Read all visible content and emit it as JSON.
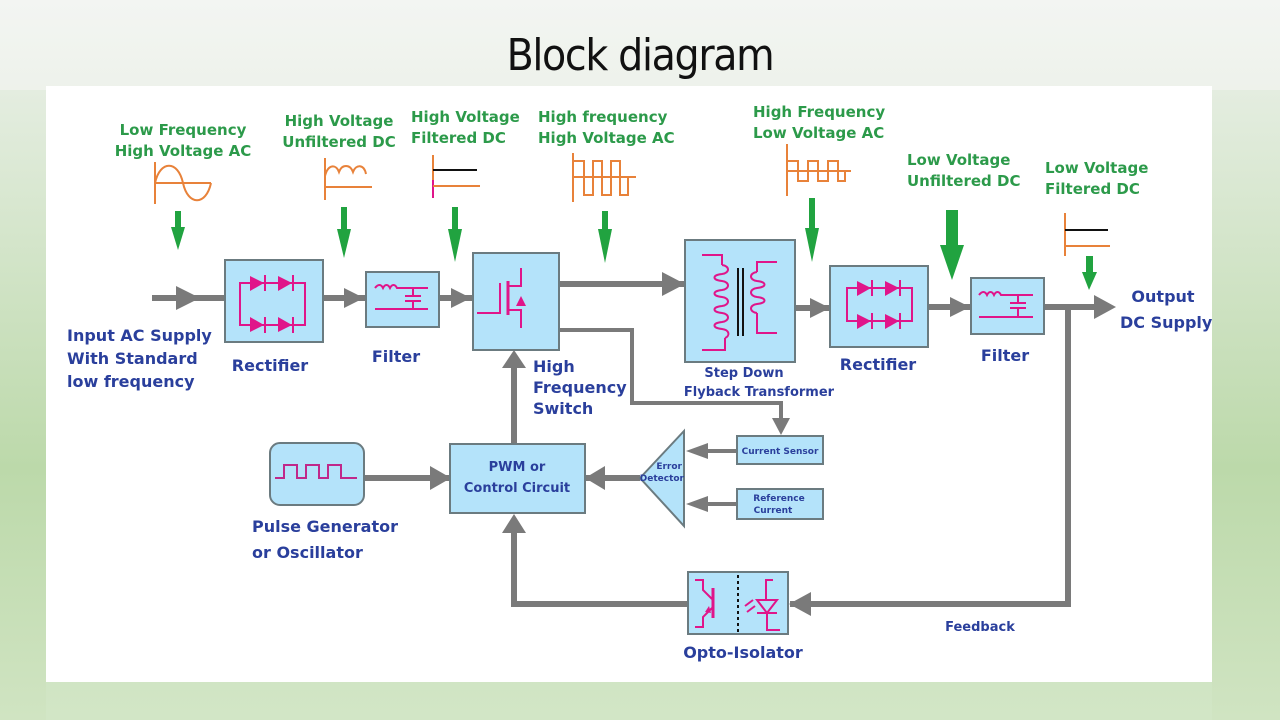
{
  "slide": {
    "title": "Block diagram"
  },
  "colors": {
    "block_fill": "#b4e3fa",
    "wire": "#7a7a7a",
    "signal_label": "#2c9a4a",
    "block_label": "#2a3f9c",
    "symbol": "#e0158a",
    "waveform": "#e8823a"
  },
  "waveform_labels": [
    {
      "line1": "Low Frequency",
      "line2": "High Voltage AC",
      "waveform": "sine-wave-icon"
    },
    {
      "line1": "High Voltage",
      "line2": "Unfiltered DC",
      "waveform": "rectified-wave-icon"
    },
    {
      "line1": "High Voltage",
      "line2": "Filtered DC",
      "waveform": "flat-dc-icon"
    },
    {
      "line1": "High frequency",
      "line2": "High Voltage AC",
      "waveform": "square-wave-icon"
    },
    {
      "line1": "High Frequency",
      "line2": "Low Voltage AC",
      "waveform": "square-wave-small-icon"
    },
    {
      "line1": "Low Voltage",
      "line2": "Unfiltered DC",
      "waveform": "none"
    },
    {
      "line1": "Low Voltage",
      "line2": "Filtered DC",
      "waveform": "flat-dc-icon"
    }
  ],
  "blocks": {
    "input": {
      "line1": "Input AC Supply",
      "line2": "With Standard",
      "line3": "low frequency"
    },
    "rectifier1": {
      "label": "Rectifier"
    },
    "filter1": {
      "label": "Filter"
    },
    "switch": {
      "line1": "High",
      "line2": "Frequency",
      "line3": "Switch"
    },
    "transformer": {
      "line1": "Step Down",
      "line2": "Flyback Transformer"
    },
    "rectifier2": {
      "label": "Rectifier"
    },
    "filter2": {
      "label": "Filter"
    },
    "output": {
      "line1": "Output",
      "line2": "DC Supply"
    },
    "pwm": {
      "line1": "PWM or",
      "line2": "Control Circuit"
    },
    "pulse": {
      "line1": "Pulse Generator",
      "line2": "or Oscillator"
    },
    "error": {
      "line1": "Error",
      "line2": "Detector"
    },
    "current_sensor": {
      "label": "Current Sensor"
    },
    "reference": {
      "line1": "Reference",
      "line2": "Current"
    },
    "opto": {
      "label": "Opto-Isolator"
    },
    "feedback": {
      "label": "Feedback"
    }
  }
}
